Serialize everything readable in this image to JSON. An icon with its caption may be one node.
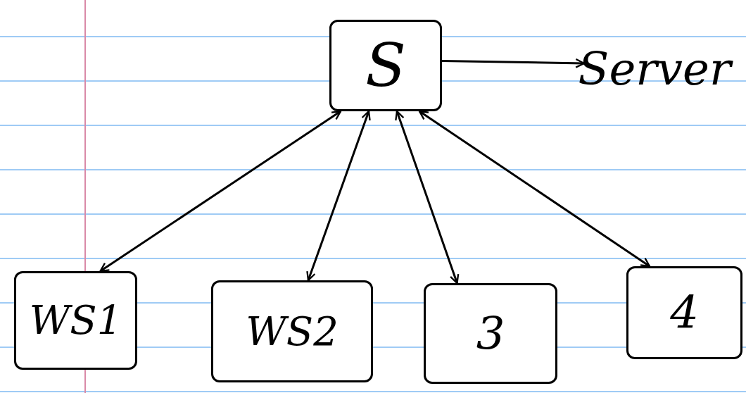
{
  "diagram": {
    "nodes": [
      {
        "text": [
          "S"
        ]
      },
      {
        "text": [
          "Server"
        ]
      },
      {
        "text": [
          "WS1"
        ]
      },
      {
        "text": [
          "WS2"
        ]
      },
      {
        "text": [
          "3"
        ]
      },
      {
        "text": [
          "4"
        ]
      }
    ],
    "edges": [
      {
        "from": 0,
        "to": 1,
        "arrow": "to"
      },
      {
        "from": 0,
        "to": 2,
        "arrow": "both"
      },
      {
        "from": 0,
        "to": 3,
        "arrow": "both"
      },
      {
        "from": 0,
        "to": 4,
        "arrow": "both"
      },
      {
        "from": 0,
        "to": 5,
        "arrow": "both"
      }
    ]
  }
}
